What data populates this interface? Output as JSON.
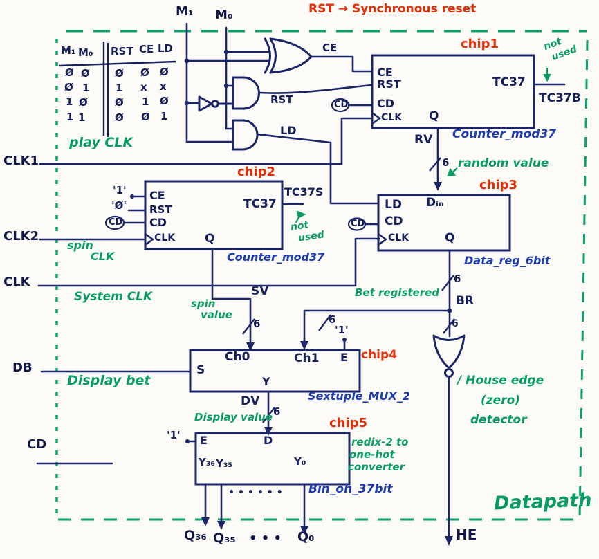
{
  "meta": {
    "reset_note": "RST → Synchronous reset",
    "region_label": "Datapath"
  },
  "mode_inputs": {
    "m1": "M₁",
    "m0": "M₀"
  },
  "truth_table": {
    "headers": [
      "M₁",
      "M₀",
      "RST",
      "CE",
      "LD"
    ],
    "rows": [
      [
        "Ø",
        "Ø",
        "Ø",
        "Ø",
        "Ø"
      ],
      [
        "Ø",
        "1",
        "1",
        "x",
        "x"
      ],
      [
        "1",
        "Ø",
        "Ø",
        "1",
        "Ø"
      ],
      [
        "1",
        "1",
        "Ø",
        "Ø",
        "1"
      ]
    ]
  },
  "gates": {
    "xor_out_net": "CE",
    "and1_out_net": "RST",
    "and2_out_net": "LD"
  },
  "left_ports": {
    "clk1": "CLK1",
    "clk1_note": "play CLK",
    "clk2": "CLK2",
    "clk2_note_l1": "spin",
    "clk2_note_l2": "CLK",
    "clk": "CLK",
    "clk_note": "System CLK",
    "db": "DB",
    "db_note": "Display bet",
    "cd": "CD"
  },
  "chip1": {
    "tag": "chip1",
    "type": "Counter_mod37",
    "pin_ce": "CE",
    "pin_rst": "RST",
    "pin_cd": "CD",
    "pin_clk": "CLK",
    "pin_tc": "TC37",
    "pin_q": "Q",
    "cd_src": "CD",
    "tc_net": "TC37B",
    "tc_note_l1": "not",
    "tc_note_l2": "used",
    "q_net": "RV",
    "q_bus_width": "6",
    "q_note": "random value"
  },
  "chip2": {
    "tag": "chip2",
    "type": "Counter_mod37",
    "pin_ce": "CE",
    "pin_rst": "RST",
    "pin_cd": "CD",
    "pin_clk": "CLK",
    "pin_tc": "TC37",
    "pin_q": "Q",
    "ce_const": "'1'",
    "rst_const": "'Ø'",
    "cd_src": "CD",
    "tc_net": "TC37S",
    "tc_note_l1": "not",
    "tc_note_l2": "used",
    "q_net": "SV",
    "q_bus_width": "6",
    "q_note_l1": "spin",
    "q_note_l2": "value"
  },
  "chip3": {
    "tag": "chip3",
    "type": "Data_reg_6bit",
    "pin_ld": "LD",
    "pin_cd": "CD",
    "pin_clk": "CLK",
    "pin_din": "Dᵢₙ",
    "pin_q": "Q",
    "cd_src": "CD",
    "q_net": "BR",
    "q_bus_width": "6",
    "q_note": "Bet registered"
  },
  "chip4": {
    "tag": "chip4",
    "type": "Sextuple_MUX_2",
    "pin_s": "S",
    "pin_ch0": "Ch0",
    "pin_ch1": "Ch1",
    "pin_e": "E",
    "pin_y": "Y",
    "e_const": "'1'",
    "ch1_bus_width": "6",
    "y_net": "DV",
    "y_bus_width": "6",
    "y_note": "Display value"
  },
  "chip5": {
    "tag": "chip5",
    "type": "Bin_oh_37bit",
    "pin_e": "E",
    "pin_d": "D",
    "pin_y36": "Y₃₆",
    "pin_y35": "Y₃₅",
    "pin_y0": "Y₀",
    "e_const": "'1'",
    "ellipsis": "••••••",
    "note_l1": "redix-2 to",
    "note_l2": "one-hot",
    "note_l3": "converter"
  },
  "outputs": {
    "q36": "Q₃₆",
    "q35": "Q₃₅",
    "ellipsis": "• • •",
    "q0": "Q₀",
    "he": "HE"
  },
  "detector": {
    "bus_width": "6",
    "note_l1": "/ House edge",
    "note_l2": "(zero)",
    "note_l3": "detector"
  }
}
